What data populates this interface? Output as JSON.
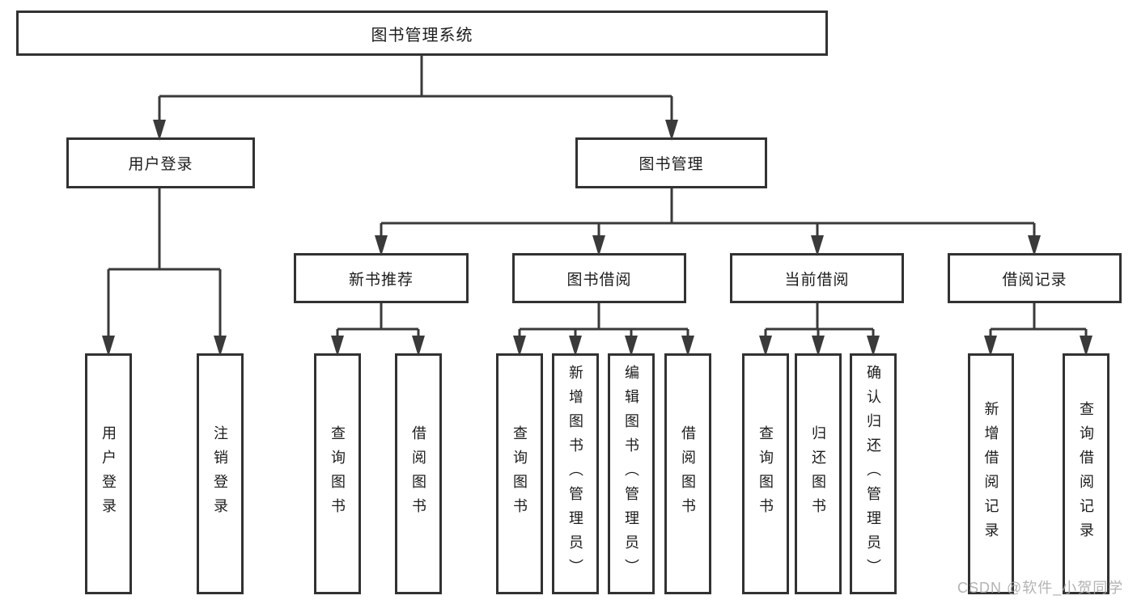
{
  "tree": {
    "label": "图书管理系统",
    "children": [
      {
        "label": "用户登录",
        "children": [
          {
            "label": "用户登录"
          },
          {
            "label": "注销登录"
          }
        ]
      },
      {
        "label": "图书管理",
        "children": [
          {
            "label": "新书推荐",
            "children": [
              {
                "label": "查询图书"
              },
              {
                "label": "借阅图书"
              }
            ]
          },
          {
            "label": "图书借阅",
            "children": [
              {
                "label": "查询图书"
              },
              {
                "label": "新增图书（管理员）"
              },
              {
                "label": "编辑图书（管理员）"
              },
              {
                "label": "借阅图书"
              }
            ]
          },
          {
            "label": "当前借阅",
            "children": [
              {
                "label": "查询图书"
              },
              {
                "label": "归还图书"
              },
              {
                "label": "确认归还（管理员）"
              }
            ]
          },
          {
            "label": "借阅记录",
            "children": [
              {
                "label": "新增借阅记录"
              },
              {
                "label": "查询借阅记录"
              }
            ]
          }
        ]
      }
    ]
  },
  "watermark": {
    "text": "CSDN @软件_小贺同学",
    "color": "#a8a8a8"
  },
  "colors": {
    "line": "#3a3a3a",
    "box_border": "#323232",
    "box_fill": "#ffffff",
    "text": "#1c1c1c",
    "background": "#ffffff"
  }
}
